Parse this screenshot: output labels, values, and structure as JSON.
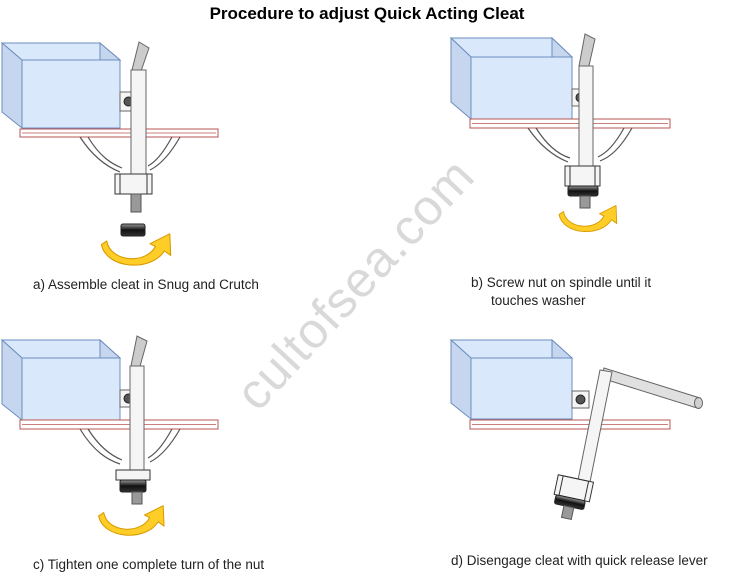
{
  "title": "Procedure to adjust Quick Acting Cleat",
  "watermark": "cultofsea.com",
  "colors": {
    "box_fill": "#dae8fc",
    "box_stroke": "#6c8ebf",
    "deck_stroke": "#b85450",
    "arrow_fill": "#ffcd28",
    "arrow_stroke": "#d79b00",
    "metal_fill": "#f5f5f5",
    "metal_stroke": "#666666"
  },
  "steps": [
    {
      "id": "a",
      "caption": "a) Assemble cleat in Snug and Crutch"
    },
    {
      "id": "b",
      "caption_line1": "b) Screw nut on spindle until it",
      "caption_line2": "touches washer"
    },
    {
      "id": "c",
      "caption": "c) Tighten one complete turn of the nut"
    },
    {
      "id": "d",
      "caption": "d) Disengage cleat with quick release lever"
    }
  ]
}
